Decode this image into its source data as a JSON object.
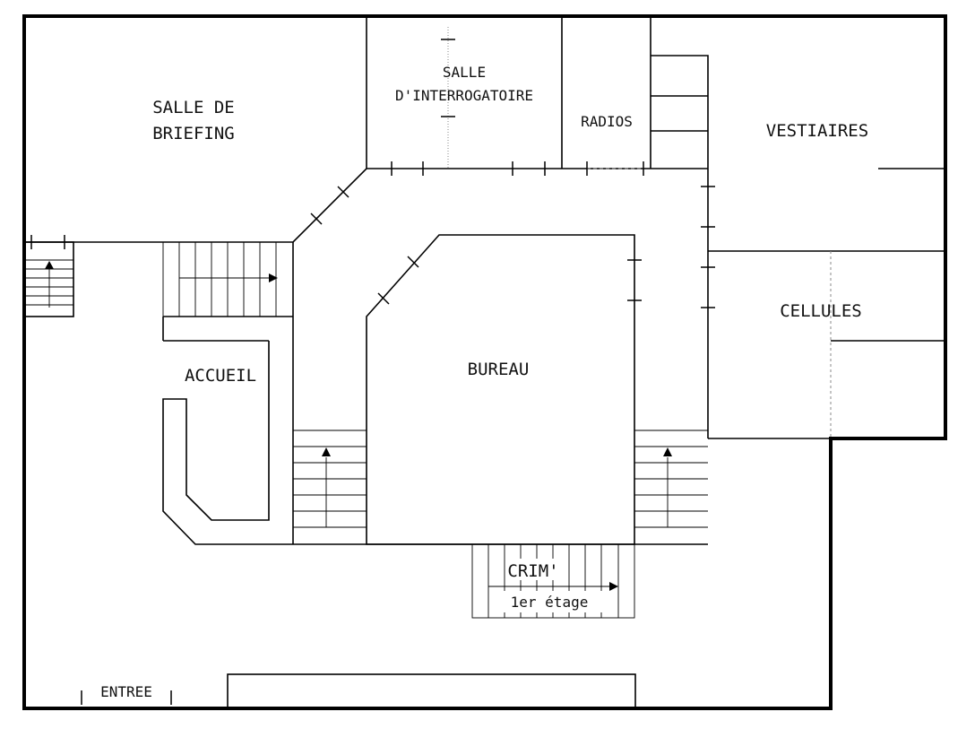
{
  "plan": {
    "line_color": "#000000",
    "background": "#ffffff",
    "rooms": {
      "briefing_line1": "SALLE DE",
      "briefing_line2": "BRIEFING",
      "interrogatoire_line1": "SALLE",
      "interrogatoire_line2": "D'INTERROGATOIRE",
      "radios": "RADIOS",
      "vestiaires": "VESTIAIRES",
      "accueil": "ACCUEIL",
      "bureau": "BUREAU",
      "cellules": "CELLULES",
      "crim": "CRIM'",
      "crim_floor": "1er étage",
      "entree": "ENTREE"
    }
  }
}
